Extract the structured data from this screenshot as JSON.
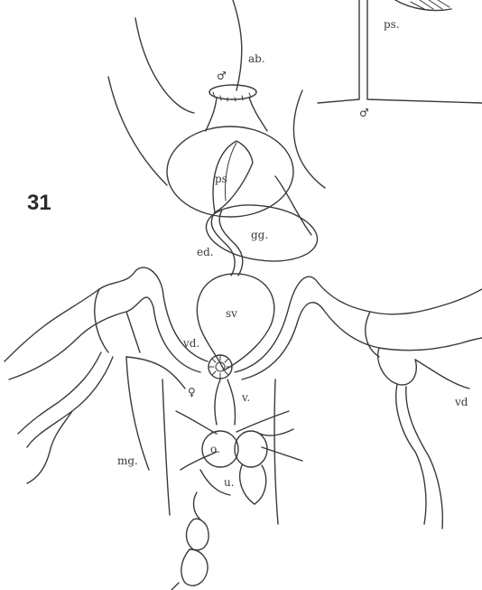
{
  "figure": {
    "number": "31",
    "labels": {
      "ab": "ab.",
      "male": "♂",
      "ps": "ps.",
      "ps_inner": "ps",
      "male_inset": "♂",
      "gg": "gg.",
      "ed": "ed.",
      "sv": "sv",
      "vd": "vd.",
      "female": "♀",
      "v": "v.",
      "o": "o.",
      "mg": "mg.",
      "u": "u.",
      "vd_right": "vd"
    }
  }
}
